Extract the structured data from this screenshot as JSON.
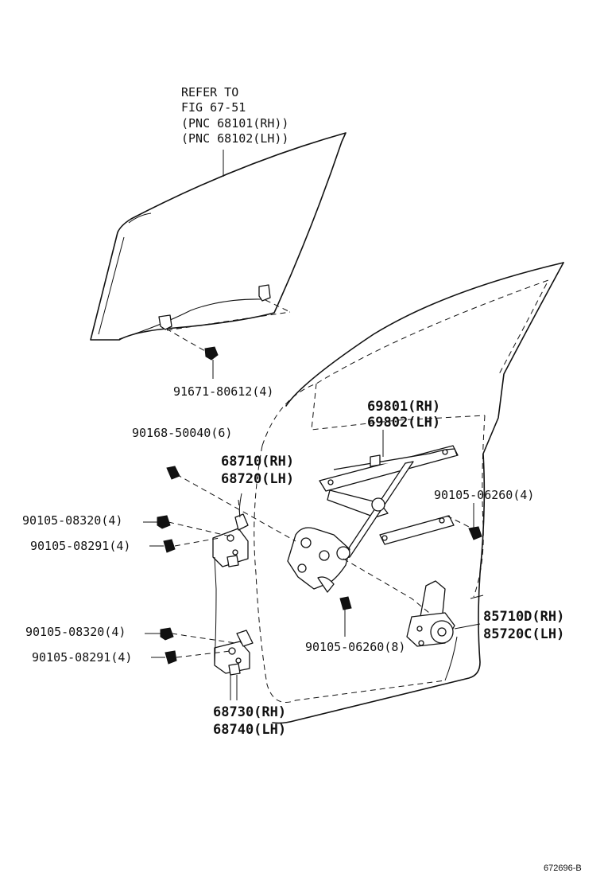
{
  "glass_ref": {
    "line1": "REFER TO",
    "line2": "FIG 67-51",
    "line3": "(PNC 68101(RH))",
    "line4": "(PNC 68102(LH))"
  },
  "parts": {
    "glass_bolt": "91671-80612(4)",
    "regulator_rh": "69801(RH)",
    "regulator_lh": "69802(LH)",
    "bolt_90168": "90168-50040(6)",
    "upper_hinge_rh": "68710(RH)",
    "upper_hinge_lh": "68720(LH)",
    "bolt_regulator_right": "90105-06260(4)",
    "upper_bolt_a": "90105-08320(4)",
    "upper_bolt_b": "90105-08291(4)",
    "lower_bolt_a": "90105-08320(4)",
    "lower_bolt_b": "90105-08291(4)",
    "bolt_regulator_lower": "90105-06260(8)",
    "motor_rh": "85710D(RH)",
    "motor_lh": "85720C(LH)",
    "lower_hinge_rh": "68730(RH)",
    "lower_hinge_lh": "68740(LH)"
  },
  "footer": {
    "code": "672696-B"
  }
}
